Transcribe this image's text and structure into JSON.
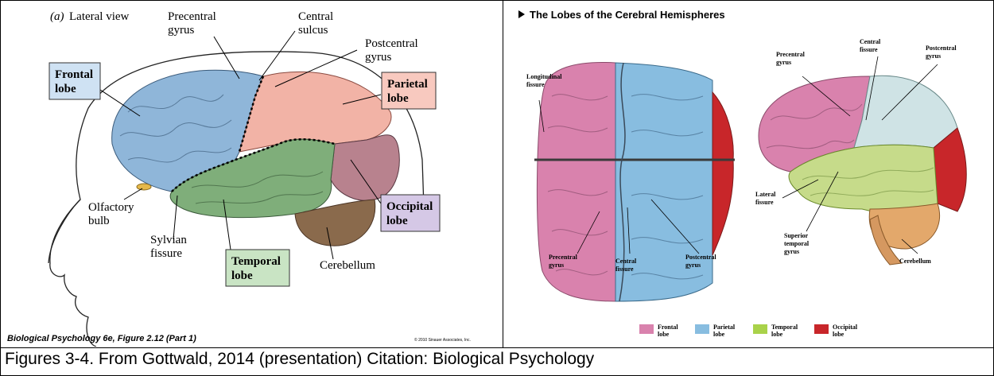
{
  "left": {
    "view_label_prefix": "(a)",
    "view_label": "Lateral view",
    "labels": {
      "precentral": [
        "Precentral",
        "gyrus"
      ],
      "central": [
        "Central",
        "sulcus"
      ],
      "postcentral": [
        "Postcentral",
        "gyrus"
      ],
      "olfactory": [
        "Olfactory",
        "bulb"
      ],
      "sylvian": [
        "Sylvian",
        "fissure"
      ],
      "cerebellum": "Cerebellum"
    },
    "lobes": {
      "frontal": [
        "Frontal",
        "lobe"
      ],
      "parietal": [
        "Parietal",
        "lobe"
      ],
      "occipital": [
        "Occipital",
        "lobe"
      ],
      "temporal": [
        "Temporal",
        "lobe"
      ]
    },
    "footer_left": "Biological Psychology 6e, Figure 2.12 (Part 1)",
    "footer_right": "© 2010 Sinauer Associates, Inc."
  },
  "right": {
    "title": "The Lobes of the Cerebral Hemispheres",
    "labels": {
      "longitudinal": [
        "Longitudinal",
        "fissure"
      ],
      "precentral_top": [
        "Precentral",
        "gyrus"
      ],
      "central_top": [
        "Central",
        "fissure"
      ],
      "postcentral_top": [
        "Postcentral",
        "gyrus"
      ],
      "precentral_side": [
        "Precentral",
        "gyrus"
      ],
      "central_side": [
        "Central",
        "fissure"
      ],
      "postcentral_side": [
        "Postcentral",
        "gyrus"
      ],
      "lateral": [
        "Lateral",
        "fissure"
      ],
      "superior_temporal": [
        "Superior",
        "temporal",
        "gyrus"
      ],
      "cerebellum": "Cerebellum"
    },
    "legend": [
      {
        "label": [
          "Frontal",
          "lobe"
        ],
        "color": "#d982ad"
      },
      {
        "label": [
          "Parietal",
          "lobe"
        ],
        "color": "#88bde0"
      },
      {
        "label": [
          "Temporal",
          "lobe"
        ],
        "color": "#a9d24a"
      },
      {
        "label": [
          "Occipital",
          "lobe"
        ],
        "color": "#c8262a"
      }
    ]
  },
  "caption": "Figures 3-4.  From Gottwald, 2014 (presentation)  Citation: Biological Psychology",
  "colors": {
    "frontal_left": "#8fb6d9",
    "parietal_left": "#f2b3a6",
    "temporal_left": "#7fae7a",
    "occipital_left": "#b8828e",
    "cerebellum_left": "#8a6a4c",
    "frontal_box": "#cfe2f3",
    "parietal_box": "#f8c9bf",
    "occipital_box": "#d5c8e6",
    "temporal_box": "#c9e4c4"
  }
}
